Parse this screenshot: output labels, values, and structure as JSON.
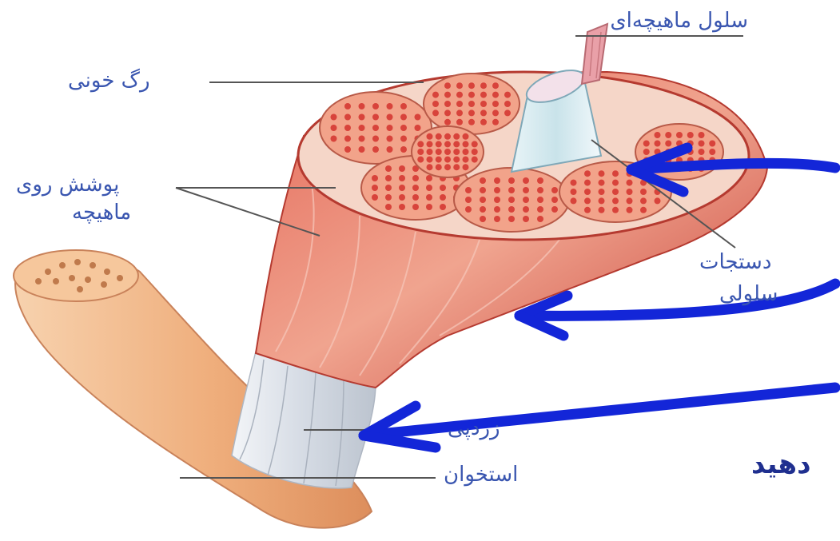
{
  "labels": {
    "muscle_cell": "سلول ماهیچه‌ای",
    "blood_vessel": "رگ خونی",
    "muscle_sheath_line1": "پوشش روی",
    "muscle_sheath_line2": "ماهیچه",
    "connective_line1": "دستجات",
    "connective_line2": "سلولی",
    "tendon": "زردپی",
    "bone": "استخوان",
    "instruction_fragment": "دهید"
  },
  "colors": {
    "label_text": "#3a56b0",
    "annotation_arrow": "#1326d8",
    "muscle": "#d9544a",
    "fascicle": "#f2a38a",
    "fiber_dot": "#d8433b",
    "bone": "#f0b384",
    "tendon": "#e4e8ee"
  }
}
